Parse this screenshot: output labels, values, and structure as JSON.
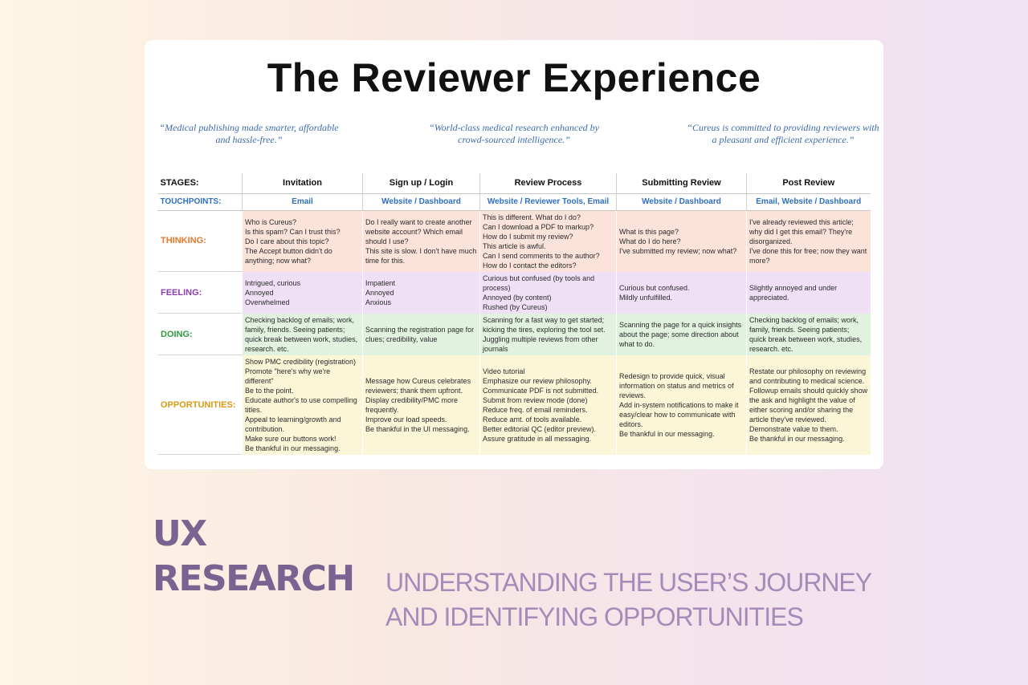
{
  "card": {
    "title": "The Reviewer Experience",
    "quotes": [
      "“Medical publishing made smarter, affordable and hassle-free.”",
      "“World-class medical research enhanced by crowd-sourced intelligence.”",
      "“Cureus is committed to providing reviewers with a pleasant and efficient experience.”"
    ]
  },
  "table": {
    "stages_label": "STAGES:",
    "stages": [
      "Invitation",
      "Sign up / Login",
      "Review Process",
      "Submitting Review",
      "Post Review"
    ],
    "touchpoints_label": "TOUCHPOINTS:",
    "touchpoints": [
      "Email",
      "Website / Dashboard",
      "Website / Reviewer Tools, Email",
      "Website / Dashboard",
      "Email, Website / Dashboard"
    ],
    "rows": {
      "thinking": {
        "label": "THINKING:",
        "cells": [
          "Who is Cureus?\nIs this spam? Can I trust this?\nDo I care about this topic?\nThe Accept button didn't do anything; now what?",
          "Do I really want to create another website account? Which email should I use?\nThis site is slow. I don't have much time for this.",
          "This is different. What do I do?\nCan I download a PDF to markup?\nHow do I submit my review?\nThis article is awful.\nCan I send comments to the author?\nHow do I contact the editors?",
          "What is this page?\nWhat do I do here?\nI've submitted my review; now what?",
          "I've already reviewed this article; why did I get this email? They're disorganized.\nI've done this for free; now they want more?"
        ]
      },
      "feeling": {
        "label": "FEELING:",
        "cells": [
          "Intrigued, curious\nAnnoyed\nOverwhelmed",
          "Impatient\nAnnoyed\nAnxious",
          "Curious but confused (by tools and process)\nAnnoyed (by content)\nRushed (by Cureus)",
          "Curious but confused.\nMildly unfulfilled.",
          "Slightly annoyed and under appreciated."
        ]
      },
      "doing": {
        "label": "DOING:",
        "cells": [
          "Checking backlog of emails; work, family, friends. Seeing patients; quick break between work, studies, research. etc.",
          "Scanning the registration page for clues; credibility, value",
          "Scanning for a fast way to get started; kicking the tires, exploring the tool set. Juggling multiple reviews from other journals",
          "Scanning the page for a quick insights about the page; some direction about what to do.",
          "Checking backlog of emails; work, family, friends. Seeing patients; quick break between work, studies, research. etc."
        ]
      },
      "opportunities": {
        "label": "OPPORTUNITIES:",
        "cells": [
          "Show PMC credibility (registration)\nPromote \"here's why we're different\"\nBe to the point.\nEducate author's to use compelling titles.\nAppeal to learning/growth and contribution.\nMake sure our buttons work!\nBe thankful in our messaging.",
          "Message how Cureus celebrates reviewers; thank them upfront.\nDisplay credibility/PMC more frequently.\nImprove our load speeds.\nBe thankful in the UI messaging.",
          "Video tutorial\nEmphasize our review philosophy.\nCommunicate PDF is not submitted.\nSubmit from review mode (done)\nReduce freq. of email reminders.\nReduce amt. of tools available.\nBetter editorial QC (editor preview).\nAssure gratitude in all messaging.",
          "Redesign to provide quick, visual information on status and metrics of reviews.\nAdd in-system notifications to make it easy/clear how to communicate with editors.\nBe thankful in our messaging.",
          "Restate our philosophy on reviewing and contributing to medical science.\nFollowup emails should quickly show the ask and highlight the value of either scoring and/or sharing the article they've reviewed.\nDemonstrate value to them.\nBe thankful in our messaging."
        ]
      }
    }
  },
  "footer": {
    "heading_line1": "UX",
    "heading_line2": "RESEARCH",
    "subtitle_line1": "UNDERSTANDING THE USER’S JOURNEY",
    "subtitle_line2": "AND  IDENTIFYING OPPORTUNITIES"
  }
}
